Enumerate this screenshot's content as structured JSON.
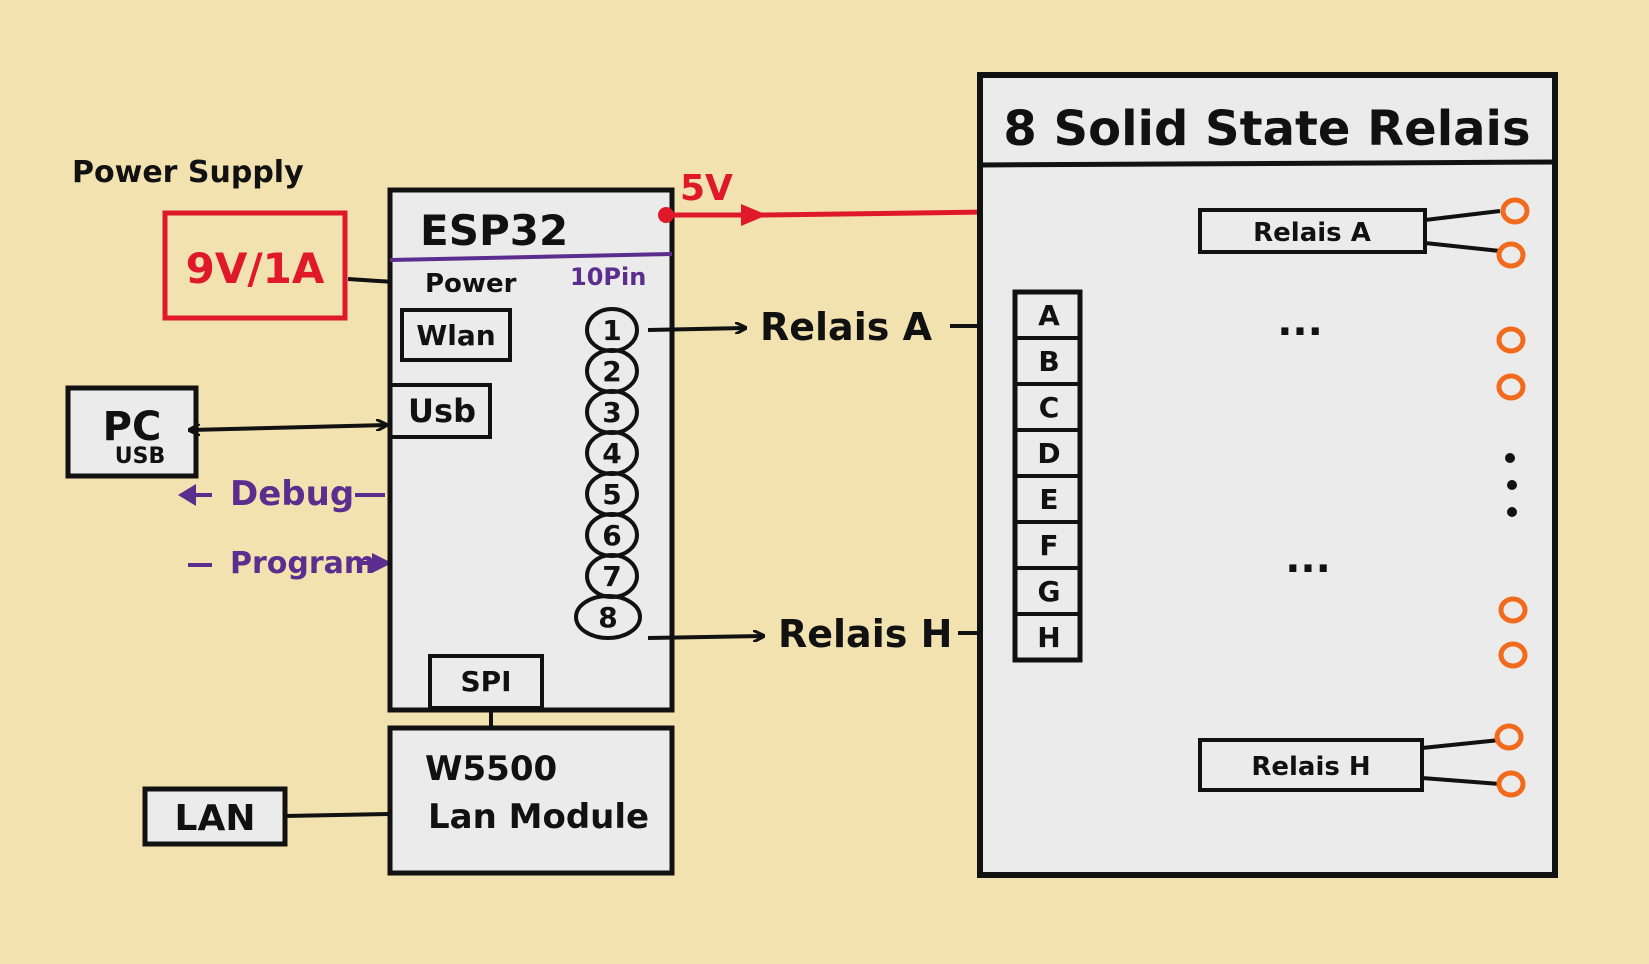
{
  "power": {
    "title": "Power Supply",
    "spec": "9V/1A",
    "color": "#e0192a"
  },
  "pc": {
    "label": "PC",
    "sub": "USB"
  },
  "debug_label": "Debug",
  "program_label": "Program",
  "esp32": {
    "title": "ESP32",
    "power_label": "Power",
    "pin_header": "10Pin",
    "wlan": "Wlan",
    "usb": "Usb",
    "spi": "SPI",
    "pins": [
      "1",
      "2",
      "3",
      "4",
      "5",
      "6",
      "7",
      "8"
    ]
  },
  "lan": {
    "label": "LAN",
    "module_line1": "W5500",
    "module_line2": "Lan Module"
  },
  "voltage": {
    "source": "5V",
    "target": "5V"
  },
  "signals": {
    "relay_a": "Relais A",
    "relay_h": "Relais H"
  },
  "relay_board": {
    "title": "8 Solid State Relais",
    "inputs": [
      "A",
      "B",
      "C",
      "D",
      "E",
      "F",
      "G",
      "H"
    ],
    "relay_a": "Relais A",
    "relay_h": "Relais H",
    "ellipsis_top": "...",
    "ellipsis_bottom": "..."
  },
  "colors": {
    "ink": "#111111",
    "red": "#e0192a",
    "purple": "#5b2d8e",
    "orange": "#f26a1b",
    "paper": "#f1e2b0",
    "box_fill": "#ebebeb"
  }
}
